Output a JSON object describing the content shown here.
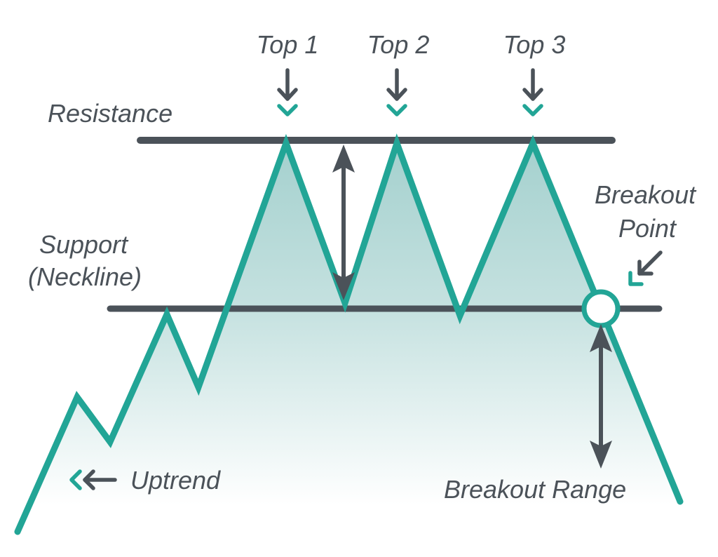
{
  "diagram": {
    "labels": {
      "top_1": "Top 1",
      "top_2": "Top 2",
      "top_3": "Top 3",
      "resistance": "Resistance",
      "support": "Support",
      "neckline": "(Neckline)",
      "breakout": "Breakout",
      "point": "Point",
      "uptrend": "Uptrend",
      "breakout_range": "Breakout Range"
    }
  },
  "colors": {
    "line": "#22a596",
    "ink": "#4b5259",
    "area_fill": "#8cc4c1",
    "background": "#ffffff"
  }
}
